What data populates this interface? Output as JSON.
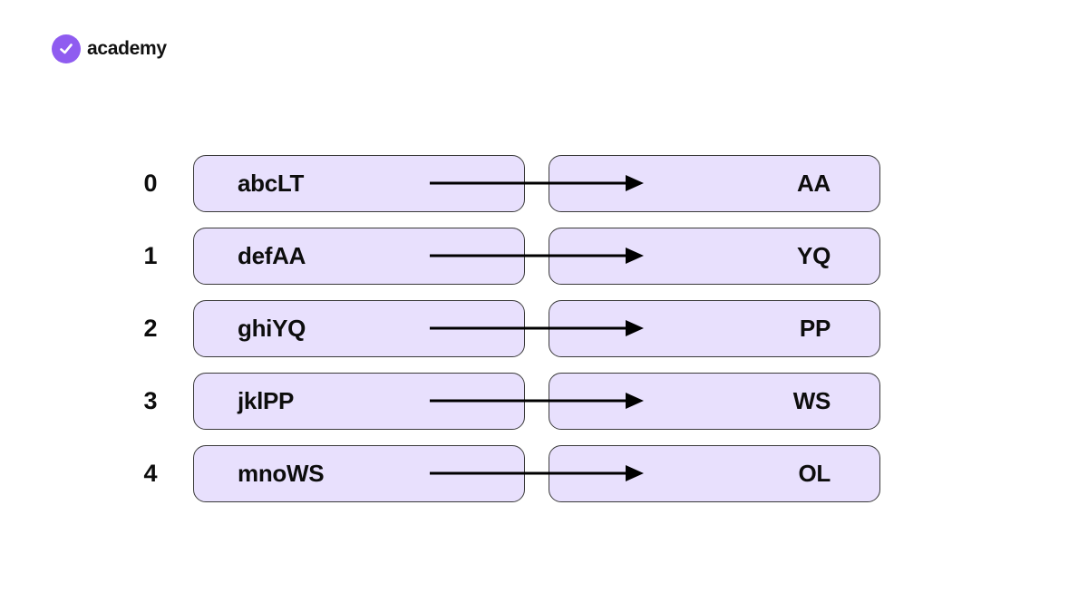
{
  "brand": {
    "name": "academy",
    "icon": "check-circle-icon",
    "color": "#8f5cf0"
  },
  "diagram": {
    "box_fill": "#e8e0fd",
    "rows": [
      {
        "index": "0",
        "input": "abcLT",
        "output": "AA"
      },
      {
        "index": "1",
        "input": "defAA",
        "output": "YQ"
      },
      {
        "index": "2",
        "input": "ghiYQ",
        "output": "PP"
      },
      {
        "index": "3",
        "input": "jklPP",
        "output": "WS"
      },
      {
        "index": "4",
        "input": "mnoWS",
        "output": "OL"
      }
    ]
  }
}
